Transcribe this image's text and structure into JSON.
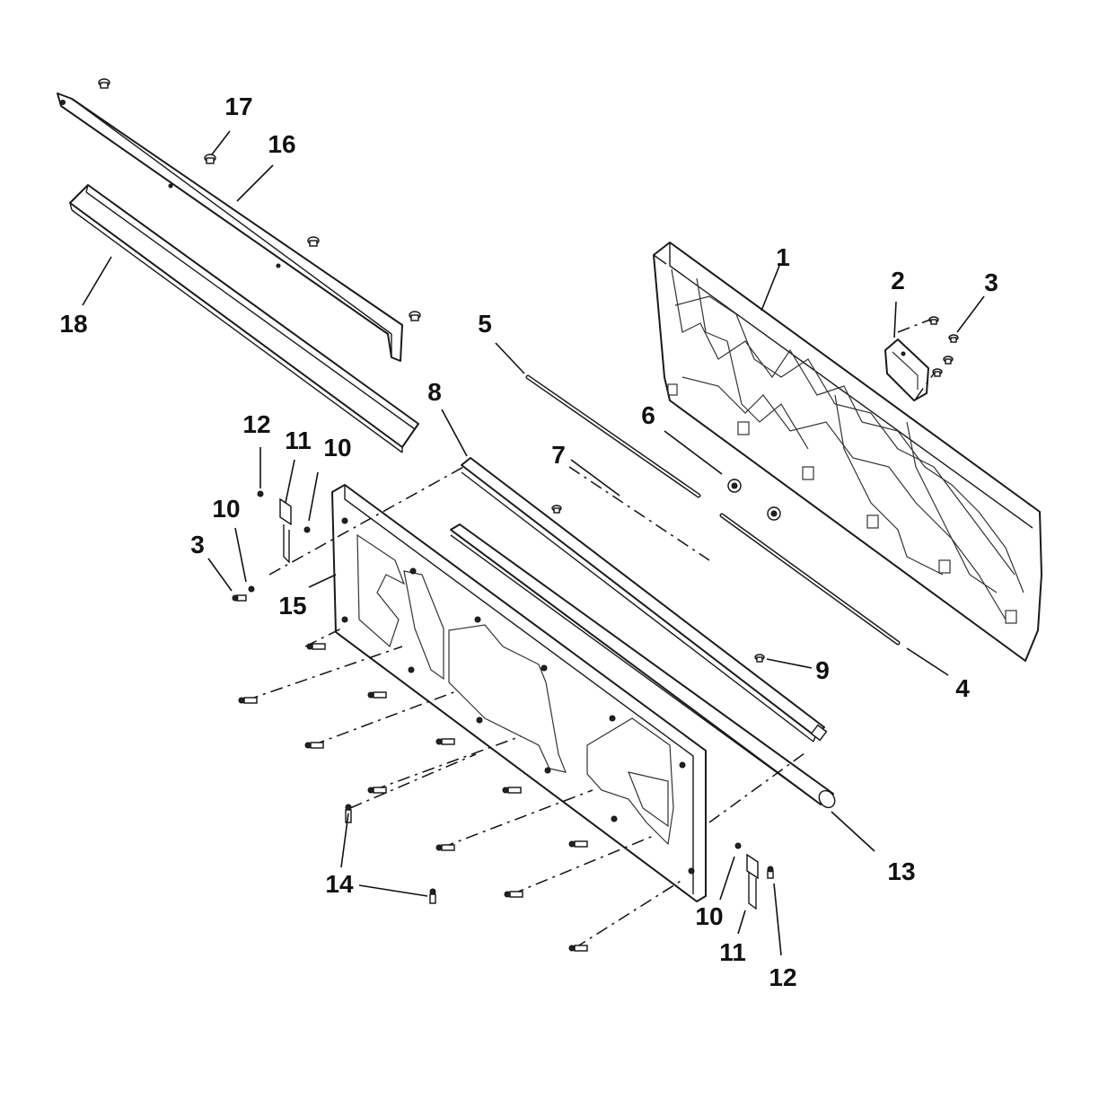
{
  "diagram": {
    "callouts": [
      {
        "id": "c1",
        "label": "1"
      },
      {
        "id": "c2",
        "label": "2"
      },
      {
        "id": "c3a",
        "label": "3"
      },
      {
        "id": "c3b",
        "label": "3"
      },
      {
        "id": "c4",
        "label": "4"
      },
      {
        "id": "c5",
        "label": "5"
      },
      {
        "id": "c6",
        "label": "6"
      },
      {
        "id": "c7",
        "label": "7"
      },
      {
        "id": "c8",
        "label": "8"
      },
      {
        "id": "c9",
        "label": "9"
      },
      {
        "id": "c10a",
        "label": "10"
      },
      {
        "id": "c10b",
        "label": "10"
      },
      {
        "id": "c10c",
        "label": "10"
      },
      {
        "id": "c11a",
        "label": "11"
      },
      {
        "id": "c11b",
        "label": "11"
      },
      {
        "id": "c12a",
        "label": "12"
      },
      {
        "id": "c12b",
        "label": "12"
      },
      {
        "id": "c13",
        "label": "13"
      },
      {
        "id": "c14",
        "label": "14"
      },
      {
        "id": "c15",
        "label": "15"
      },
      {
        "id": "c16",
        "label": "16"
      },
      {
        "id": "c17",
        "label": "17"
      },
      {
        "id": "c18",
        "label": "18"
      }
    ]
  }
}
